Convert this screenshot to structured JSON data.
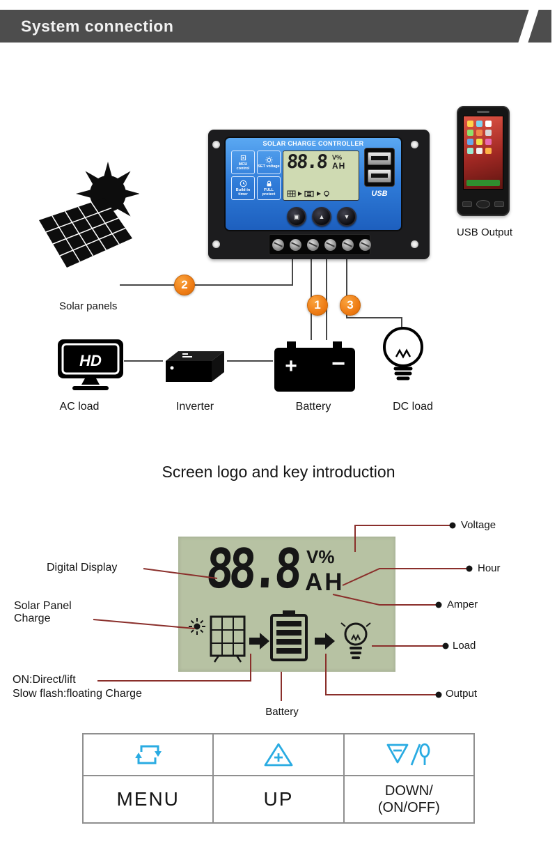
{
  "header": {
    "title": "System connection"
  },
  "system_diagram": {
    "controller": {
      "title": "SOLAR CHARGE CONTROLLER",
      "lcd_value": "88.8",
      "lcd_unit_v": "V%",
      "lcd_unit_ah": "AH",
      "features": [
        {
          "label": "MCU control"
        },
        {
          "label": "SET voltage"
        },
        {
          "label": "Build-in timer"
        },
        {
          "label": "FULL protect"
        }
      ],
      "usb_label": "USB",
      "buttons": [
        {
          "glyph": "▣"
        },
        {
          "glyph": "▲"
        },
        {
          "glyph": "▼"
        }
      ]
    },
    "labels": {
      "usb_output": "USB Output",
      "solar_panels": "Solar panels",
      "ac_load": "AC load",
      "inverter": "Inverter",
      "battery": "Battery",
      "dc_load": "DC load",
      "hd_badge": "HD",
      "battery_plus": "+",
      "battery_minus": "−"
    },
    "wire_numbers": {
      "solar": "2",
      "battery": "1",
      "load": "3"
    }
  },
  "screen_intro": {
    "title": "Screen logo and key introduction",
    "lcd": {
      "value": "88.8",
      "unit_v": "V%",
      "unit_ah": "AH"
    },
    "callouts": {
      "voltage": "Voltage",
      "hour": "Hour",
      "amper": "Amper",
      "load": "Load",
      "output": "Output",
      "digital_display": "Digital Display",
      "solar_panel_charge_line1": "Solar Panel",
      "solar_panel_charge_line2": "Charge",
      "on_direct": "ON:Direct/lift",
      "slow_flash": "Slow flash:floating Charge",
      "battery": "Battery"
    }
  },
  "key_table": {
    "cells": [
      {
        "icon": "menu-cycle-icon",
        "label": "MENU"
      },
      {
        "icon": "up-plus-icon",
        "label": "UP"
      },
      {
        "icon": "down-power-icon",
        "label_line1": "DOWN/",
        "label_line2": "(ON/OFF)"
      }
    ]
  },
  "colors": {
    "accent_orange": "#ef7d1a",
    "icon_blue": "#29abe2",
    "lcd_green": "#b7c2a3",
    "callout_line": "#8a2f2b",
    "header_gray": "#4d4d4d"
  }
}
